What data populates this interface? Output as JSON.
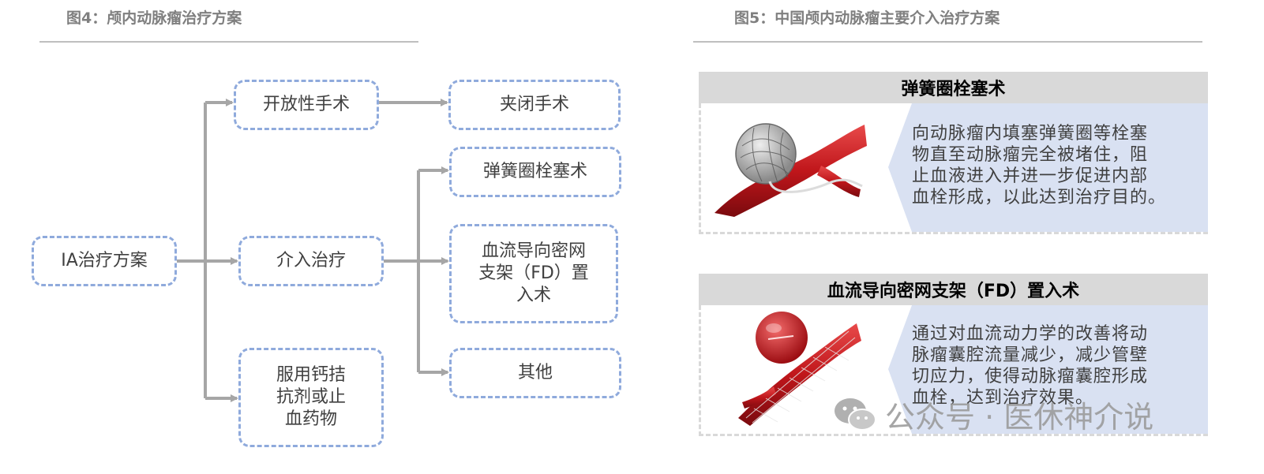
{
  "left_figure": {
    "title": "图4：颅内动脉瘤治疗方案",
    "nodes": {
      "root": "IA治疗方案",
      "open_surgery": "开放性手术",
      "clipping": "夹闭手术",
      "interventional": "介入治疗",
      "coil": "弹簧圈栓塞术",
      "fd_line1": "血流导向密网",
      "fd_line2": "支架（FD）置",
      "fd_line3": "入术",
      "other": "其他",
      "drug_line1": "服用钙拮",
      "drug_line2": "抗剂或止",
      "drug_line3": "血药物"
    }
  },
  "right_figure": {
    "title": "图5：中国颅内动脉瘤主要介入治疗方案",
    "panel1": {
      "heading": "弹簧圈栓塞术",
      "lines": [
        "向动脉瘤内填塞弹簧圈等栓塞",
        "物直至动脉瘤完全被堵住，阻",
        "止血液进入并进一步促进内部",
        "血栓形成，以此达到治疗目的。"
      ]
    },
    "panel2": {
      "heading": "血流导向密网支架（FD）置入术",
      "lines": [
        "通过对血流动力学的改善将动",
        "脉瘤囊腔流量减少，减少管壁",
        "切应力，使得动脉瘤囊腔形成",
        "血栓，达到治疗效果。"
      ]
    }
  },
  "watermark": {
    "text": "公众号 · 医休神介说",
    "icon": "wechat-icon"
  },
  "colors": {
    "box_border": "#8faadc",
    "connector": "#a6a6a6",
    "title": "#7f7f7f",
    "panel_header": "#d9d9d9",
    "desc_bg": "#d9e1f2",
    "vessel": "#c0161b"
  }
}
